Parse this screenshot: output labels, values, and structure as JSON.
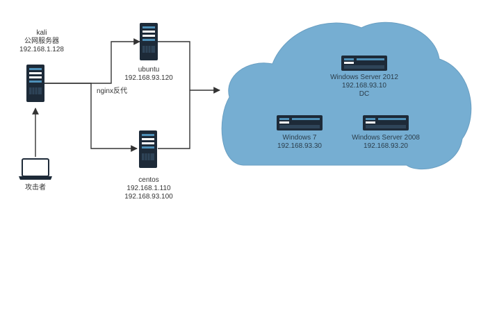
{
  "colors": {
    "cloud_fill": "#76aed2",
    "cloud_stroke": "#6a9fc2",
    "server_dark": "#1d2a38",
    "server_accent": "#4e90b8",
    "line": "#333333"
  },
  "nodes": {
    "kali": {
      "icon": "tower-server-icon",
      "lines": [
        "kali",
        "公网服务器",
        "192.168.1.128"
      ]
    },
    "attacker": {
      "icon": "laptop-icon",
      "lines": [
        "攻击者"
      ]
    },
    "ubuntu": {
      "icon": "tower-server-icon",
      "lines": [
        "ubuntu",
        "192.168.93.120"
      ]
    },
    "centos": {
      "icon": "tower-server-icon",
      "lines": [
        "centos",
        "192.168.1.110",
        "192.168.93.100"
      ]
    },
    "win2012": {
      "icon": "rack-server-icon",
      "lines": [
        "Windows Server 2012",
        "192.168.93.10",
        "DC"
      ]
    },
    "win7": {
      "icon": "rack-server-icon",
      "lines": [
        "Windows 7",
        "192.168.93.30"
      ]
    },
    "win2008": {
      "icon": "rack-server-icon",
      "lines": [
        "Windows Server 2008",
        "192.168.93.20"
      ]
    }
  },
  "edge_label": "nginx反代"
}
